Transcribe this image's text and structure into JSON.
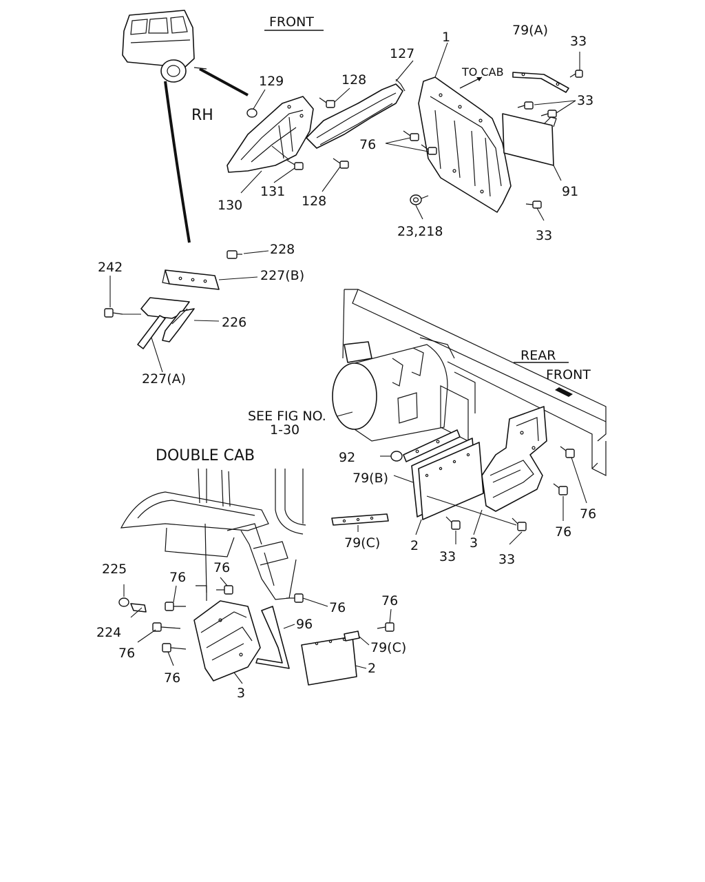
{
  "diagram": {
    "notes": {
      "front_top": "FRONT",
      "rh": "RH",
      "to_cab": "TO CAB",
      "rear": "REAR",
      "front_right": "FRONT",
      "see_fig_line1": "SEE FIG NO.",
      "see_fig_line2": "1-30",
      "double_cab": "DOUBLE CAB"
    },
    "callouts": [
      {
        "id": "c1",
        "text": "1"
      },
      {
        "id": "c79a",
        "text": "79(A)"
      },
      {
        "id": "c33a",
        "text": "33"
      },
      {
        "id": "c127",
        "text": "127"
      },
      {
        "id": "c128a",
        "text": "128"
      },
      {
        "id": "c129",
        "text": "129"
      },
      {
        "id": "c33b",
        "text": "33"
      },
      {
        "id": "c76a",
        "text": "76"
      },
      {
        "id": "c91",
        "text": "91"
      },
      {
        "id": "c131",
        "text": "131"
      },
      {
        "id": "c128b",
        "text": "128"
      },
      {
        "id": "c130",
        "text": "130"
      },
      {
        "id": "c23",
        "text": "23,218"
      },
      {
        "id": "c33c",
        "text": "33"
      },
      {
        "id": "c228",
        "text": "228"
      },
      {
        "id": "c242",
        "text": "242"
      },
      {
        "id": "c227b",
        "text": "227(B)"
      },
      {
        "id": "c226",
        "text": "226"
      },
      {
        "id": "c227a",
        "text": "227(A)"
      },
      {
        "id": "c92",
        "text": "92"
      },
      {
        "id": "c79b",
        "text": "79(B)"
      },
      {
        "id": "c79c1",
        "text": "79(C)"
      },
      {
        "id": "c2a",
        "text": "2"
      },
      {
        "id": "c33d",
        "text": "33"
      },
      {
        "id": "c3a",
        "text": "3"
      },
      {
        "id": "c33e",
        "text": "33"
      },
      {
        "id": "c76b",
        "text": "76"
      },
      {
        "id": "c76c",
        "text": "76"
      },
      {
        "id": "c225",
        "text": "225"
      },
      {
        "id": "c76d",
        "text": "76"
      },
      {
        "id": "c76e",
        "text": "76"
      },
      {
        "id": "c224",
        "text": "224"
      },
      {
        "id": "c76f",
        "text": "76"
      },
      {
        "id": "c76g",
        "text": "76"
      },
      {
        "id": "c76h",
        "text": "76"
      },
      {
        "id": "c3b",
        "text": "3"
      },
      {
        "id": "c96",
        "text": "96"
      },
      {
        "id": "c76i",
        "text": "76"
      },
      {
        "id": "c79c2",
        "text": "79(C)"
      },
      {
        "id": "c2b",
        "text": "2"
      }
    ]
  }
}
